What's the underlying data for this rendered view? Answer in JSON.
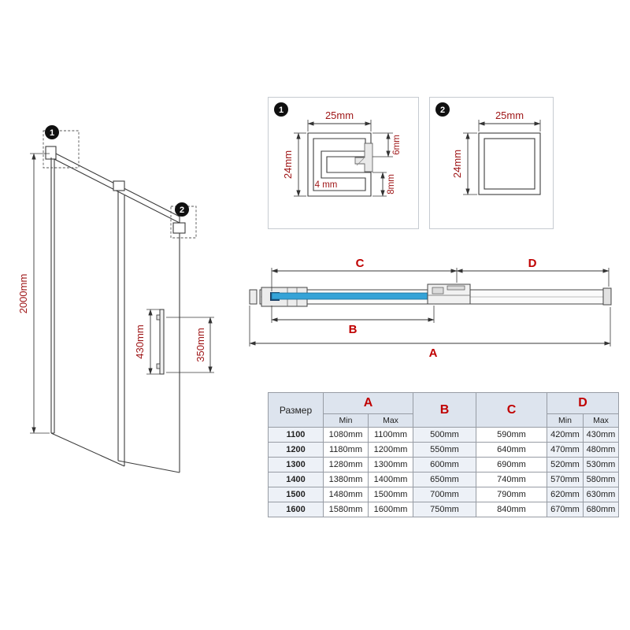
{
  "colors": {
    "dim_red": "#9e1516",
    "table_red": "#c00000",
    "glass_blue": "#35a3d7",
    "header_bg": "#dde4ee",
    "shade_bg": "#edf1f7"
  },
  "front_view": {
    "height": "2000mm",
    "handle_length": "430mm",
    "handle_offset": "350mm",
    "callout1": "1",
    "callout2": "2"
  },
  "detail1": {
    "badge": "1",
    "width": "25mm",
    "height": "24mm",
    "slot": "4 mm",
    "top_flange": "6mm",
    "bottom_flange": "8mm"
  },
  "detail2": {
    "badge": "2",
    "width": "25mm",
    "height": "24mm"
  },
  "top_view": {
    "label_a": "A",
    "label_b": "B",
    "label_c": "C",
    "label_d": "D"
  },
  "table": {
    "size_header": "Размер",
    "col_a": "A",
    "col_b": "B",
    "col_c": "C",
    "col_d": "D",
    "min": "Min",
    "max": "Max",
    "rows": [
      {
        "size": "1100",
        "a_min": "1080mm",
        "a_max": "1100mm",
        "b": "500mm",
        "c": "590mm",
        "d_min": "420mm",
        "d_max": "430mm"
      },
      {
        "size": "1200",
        "a_min": "1180mm",
        "a_max": "1200mm",
        "b": "550mm",
        "c": "640mm",
        "d_min": "470mm",
        "d_max": "480mm"
      },
      {
        "size": "1300",
        "a_min": "1280mm",
        "a_max": "1300mm",
        "b": "600mm",
        "c": "690mm",
        "d_min": "520mm",
        "d_max": "530mm"
      },
      {
        "size": "1400",
        "a_min": "1380mm",
        "a_max": "1400mm",
        "b": "650mm",
        "c": "740mm",
        "d_min": "570mm",
        "d_max": "580mm"
      },
      {
        "size": "1500",
        "a_min": "1480mm",
        "a_max": "1500mm",
        "b": "700mm",
        "c": "790mm",
        "d_min": "620mm",
        "d_max": "630mm"
      },
      {
        "size": "1600",
        "a_min": "1580mm",
        "a_max": "1600mm",
        "b": "750mm",
        "c": "840mm",
        "d_min": "670mm",
        "d_max": "680mm"
      }
    ]
  }
}
